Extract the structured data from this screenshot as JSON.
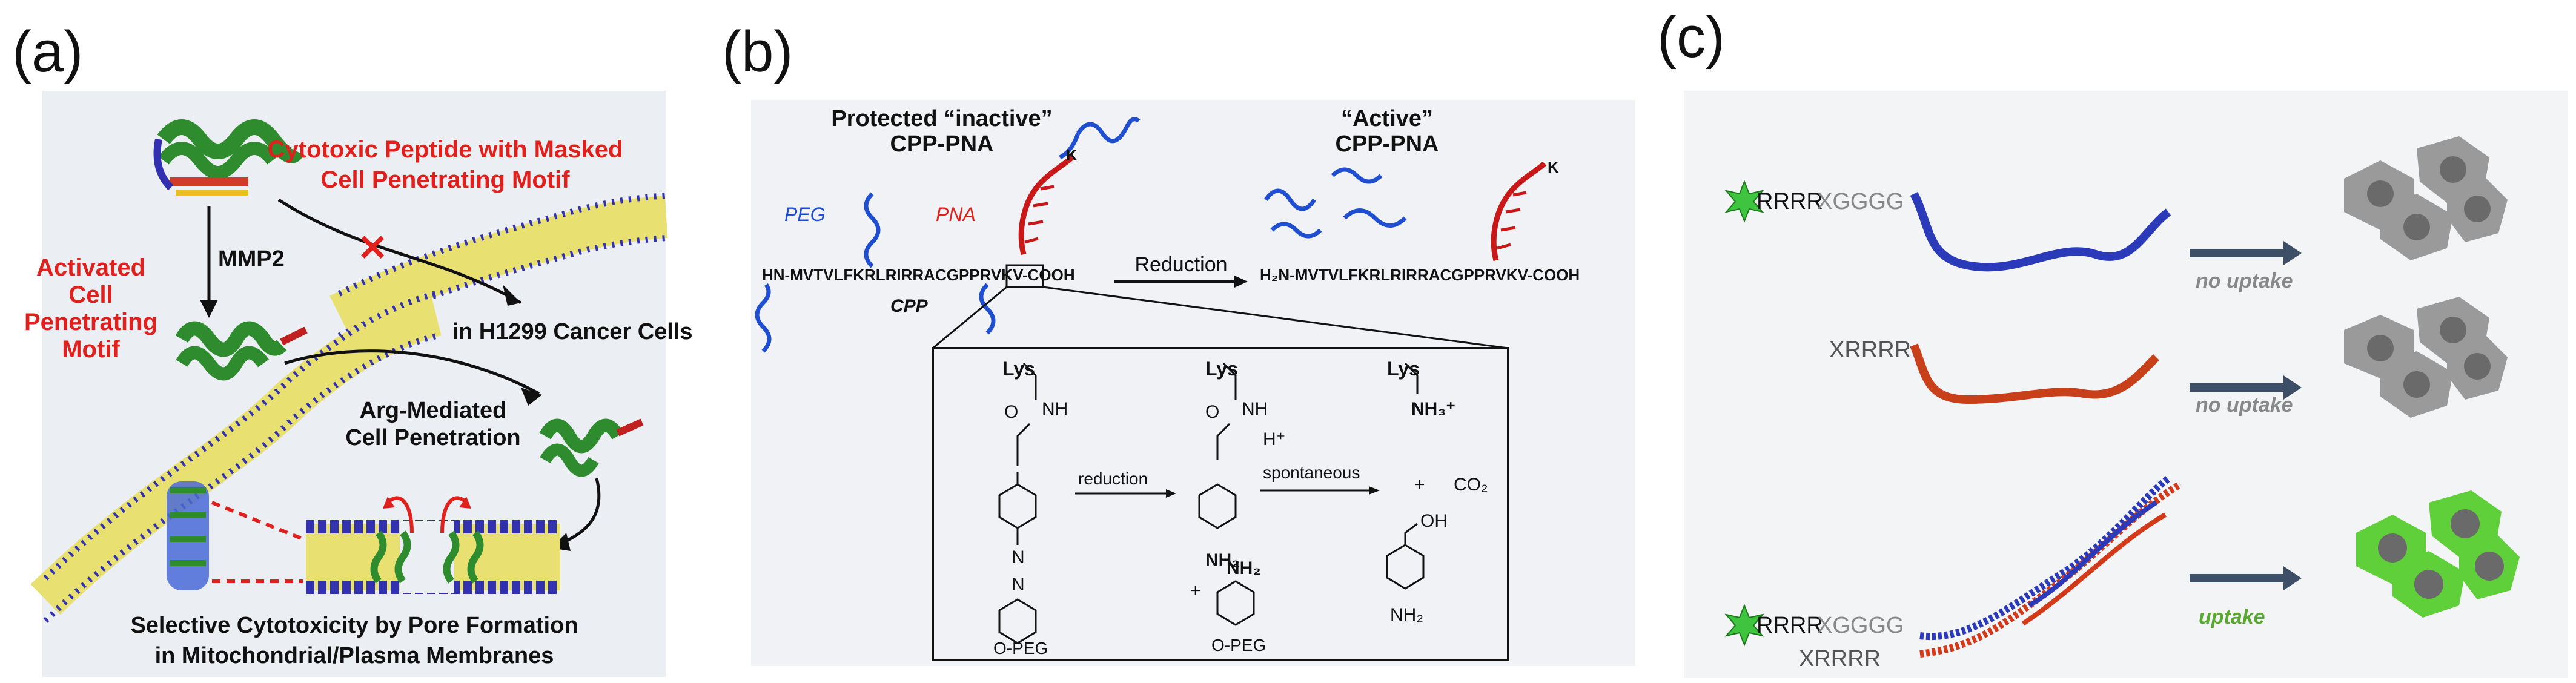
{
  "panel_a": {
    "letter": "(a)",
    "title_line1": "Cytotoxic Peptide with Masked",
    "title_line2": "Cell Penetrating Motif",
    "mmp2": "MMP2",
    "activated_line1": "Activated",
    "activated_line2": "Cell",
    "activated_line3": "Penetrating",
    "activated_line4": "Motif",
    "in_cells": "in H1299 Cancer Cells",
    "arg_line1": "Arg-Mediated",
    "arg_line2": "Cell Penetration",
    "selective_line1": "Selective Cytotoxicity by Pore Formation",
    "selective_line2": "in Mitochondrial/Plasma Membranes",
    "x_mark": "✕"
  },
  "panel_b": {
    "letter": "(b)",
    "protected_line1": "Protected “inactive”",
    "protected_line2": "CPP-PNA",
    "active_line1": "“Active”",
    "active_line2": "CPP-PNA",
    "peg": "PEG",
    "pna": "PNA",
    "k_label": "K",
    "k_label2": "K",
    "sequence_left": "HN-MVTVLFKRLRIRRACGPPRVKV-COOH",
    "cpp": "CPP",
    "reduction": "Reduction",
    "sequence_right": "H₂N-MVTVLFKRLRIRRACGPPRVKV-COOH",
    "lys1": "Lys",
    "lys2": "Lys",
    "lys3": "Lys",
    "nh1": "NH",
    "nh2": "NH",
    "nh3plus": "NH₃⁺",
    "o1": "O",
    "o2": "O",
    "hplus": "H⁺",
    "reduction_small": "reduction",
    "spontaneous": "spontaneous",
    "plus1": "+",
    "co2": "CO₂",
    "nh2_a": "NH₂",
    "nh2_b": "NH₂",
    "nh2_c": "NH₂",
    "plus2": "+",
    "oh": "OH",
    "n1": "N",
    "n2": "N",
    "opeg1": "O-PEG",
    "opeg2": "O-PEG"
  },
  "panel_c": {
    "letter": "(c)",
    "row1_label_a": "RRRR",
    "row1_label_b": "XGGGG",
    "row1_arrow_text": "no uptake",
    "row2_label": "XRRRR",
    "row2_arrow_text": "no uptake",
    "row3_label_a": "RRRR",
    "row3_label_b": "XGGGG",
    "row3_label_c": "XRRRR",
    "row3_arrow_text": "uptake"
  },
  "colors": {
    "red_text": "#e0201c",
    "blue_text": "#1f4fd0",
    "arrow_dark": "#3d4f66",
    "cell_gray": "#9a9a9a",
    "cell_green": "#5fd03a",
    "helix_green": "#2e8b2e",
    "membrane_yellow": "#e8e070",
    "membrane_blue": "#3232b0"
  }
}
